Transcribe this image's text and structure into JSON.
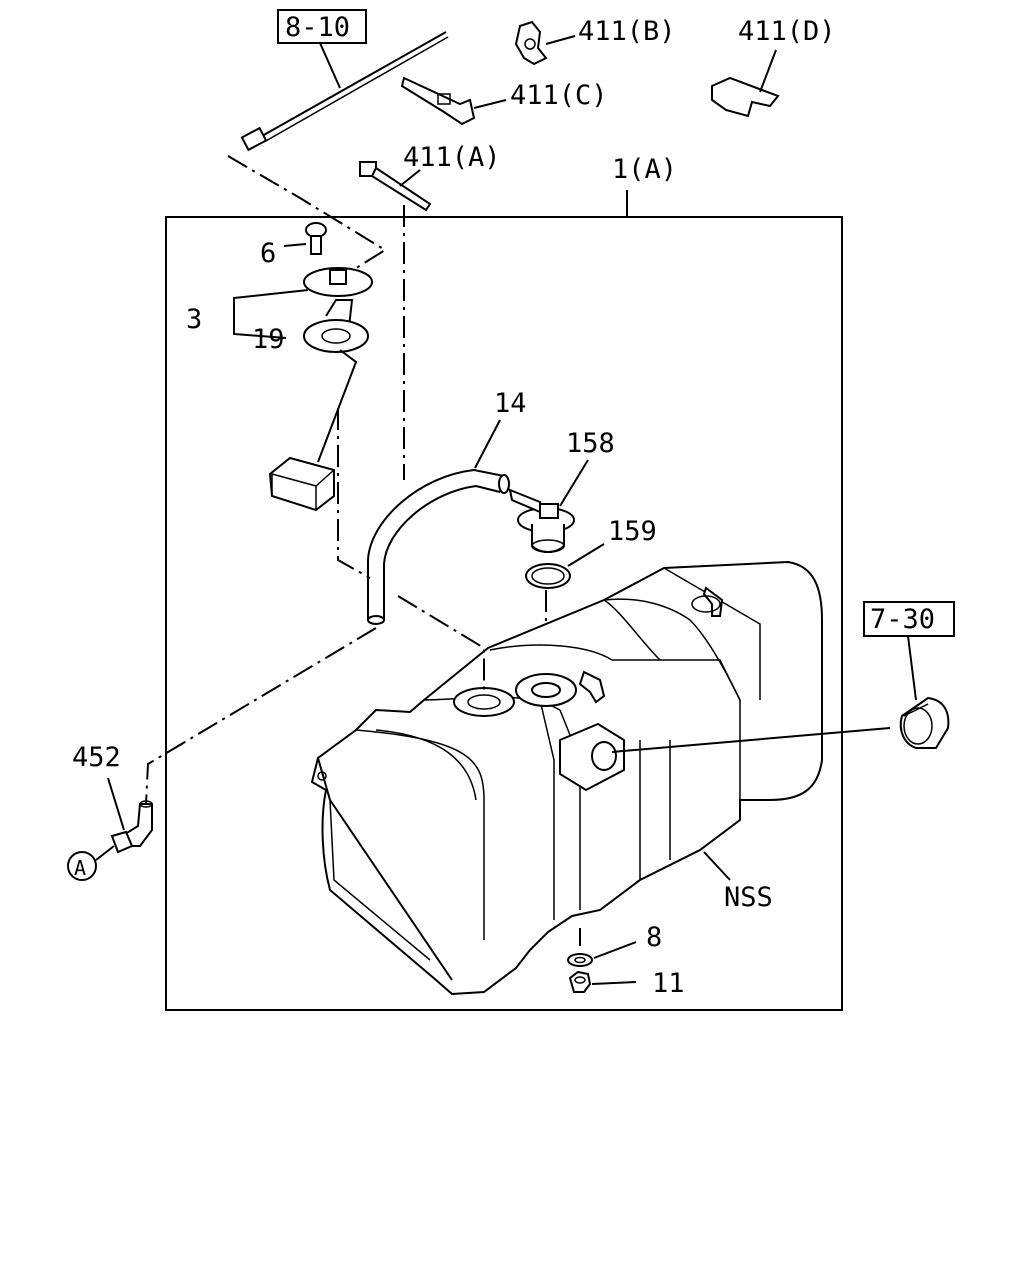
{
  "labels": {
    "ref_8_10": "8-10",
    "p411b": "411(B)",
    "p411c": "411(C)",
    "p411d": "411(D)",
    "p411a": "411(A)",
    "p1a": "1(A)",
    "p6": "6",
    "p3": "3",
    "p19": "19",
    "p14": "14",
    "p158": "158",
    "p159": "159",
    "ref_7_30": "7-30",
    "p452": "452",
    "circle_a": "A",
    "nss": "NSS",
    "p8": "8",
    "p11": "11"
  }
}
